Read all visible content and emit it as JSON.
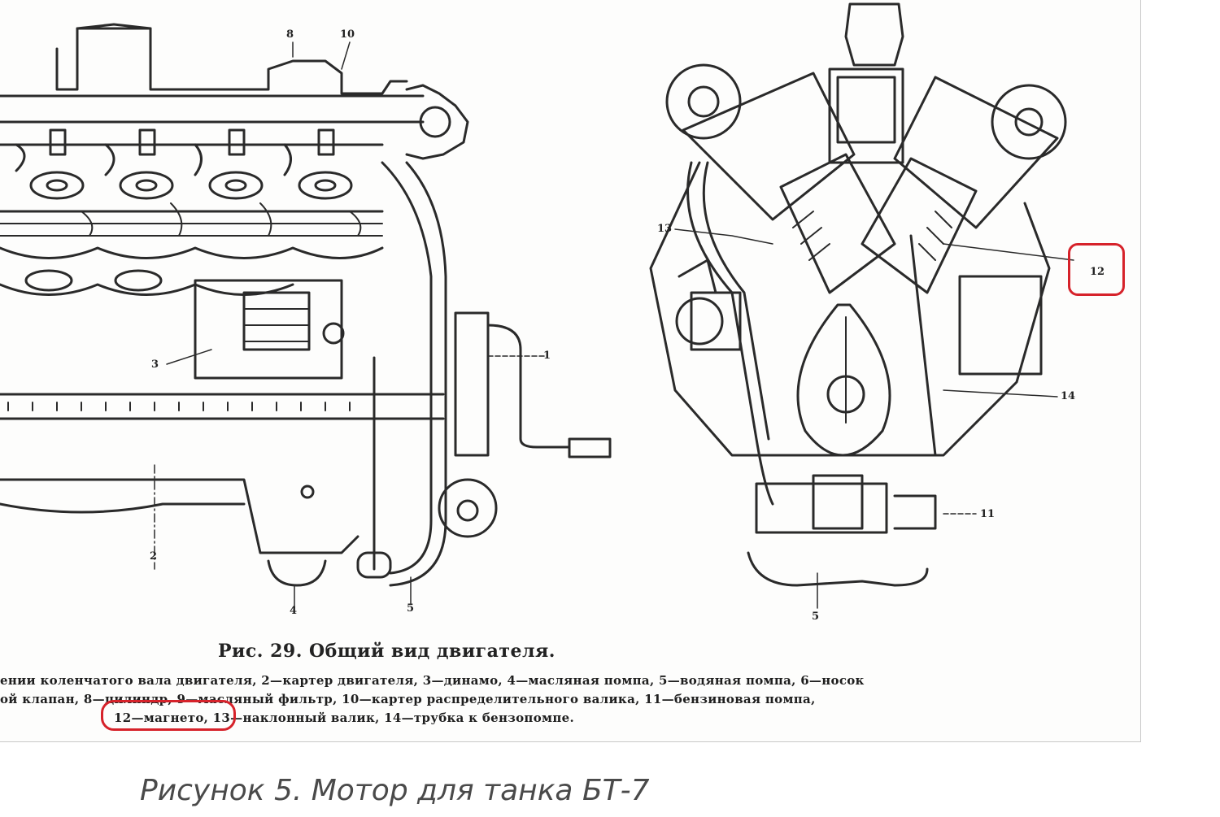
{
  "figure": {
    "title": "Рис. 29. Общий вид двигателя.",
    "legend_lines": [
      "ении коленчатого вала двигателя, 2—картер двигателя, 3—динамо, 4—масляная помпа, 5—водяная помпа, 6—носок",
      "ой клапан, 8—цилиндр, 9—масляный фильтр, 10—картер распределительного валика, 11—бензиновая помпа,",
      "12—магнето, 13—наклонный валик, 14—трубка к бензопомпе."
    ],
    "side_view_labels": [
      "8",
      "10",
      "1",
      "3",
      "2",
      "4",
      "5"
    ],
    "front_view_labels": [
      "13",
      "12",
      "14",
      "11",
      "5"
    ]
  },
  "highlight": {
    "color": "#d6222a"
  },
  "caption": "Рисунок 5. Мотор для танка БТ-7"
}
